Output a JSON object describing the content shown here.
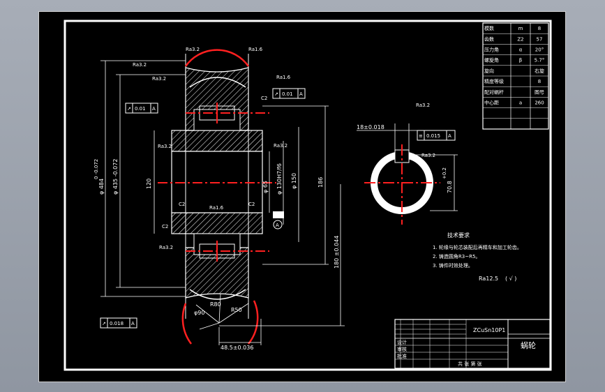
{
  "title_block": {
    "material": "ZCuSn10P1",
    "part_name": "蜗轮",
    "row_texts": [
      "设计",
      "审核",
      "批准",
      "共 张 第 张"
    ]
  },
  "param_table": {
    "rows": [
      [
        "模数",
        "m",
        "8"
      ],
      [
        "齿数",
        "Z2",
        "57"
      ],
      [
        "压力角",
        "α",
        "20°"
      ],
      [
        "螺旋角",
        "β",
        "5.7°"
      ],
      [
        "旋向",
        "",
        "右旋"
      ],
      [
        "精度等级",
        "",
        "8"
      ],
      [
        "配对蜗杆",
        "",
        "图号"
      ],
      [
        "中心距",
        "a",
        "260"
      ],
      [
        "",
        "",
        ""
      ],
      [
        "",
        "",
        ""
      ]
    ]
  },
  "dimensions": {
    "d_outer": "φ 484",
    "d_outer_tol": "0 -0.072",
    "d_bore_range": "φ 435 -0.072",
    "d_mid": "120",
    "d_hub": "φ 65",
    "d_fit": "φ 130H7/f6",
    "d_150": "φ 150",
    "d_186": "186",
    "d_180": "180 ±0.044",
    "r_80": "R80",
    "r_50": "R50",
    "d_90": "φ90",
    "b_48": "48.5±0.036",
    "keyway_w": "18±0.018",
    "keyway_h": "70.8",
    "keyway_h_tol": "+0.2",
    "c2_a": "C2",
    "c2_b": "C2",
    "c2_c": "C2",
    "c2_d": "C2",
    "a3": "A"
  },
  "tolerance_frames": {
    "runout_1": {
      "sym": "↗",
      "val": "0.01",
      "ref": "A"
    },
    "runout_2": {
      "sym": "↗",
      "val": "0.01",
      "ref": "A"
    },
    "runout_3": {
      "sym": "↗",
      "val": "0.018",
      "ref": "A"
    },
    "sym_key": {
      "sym": "≡",
      "val": "0.015",
      "ref": "A"
    }
  },
  "surface_finish": {
    "r1": "Ra3.2",
    "r2": "Ra1.6",
    "r3": "Ra3.2",
    "r4": "Ra3.2",
    "r5": "Ra1.6",
    "r6": "Ra3.2",
    "r7": "Ra1.6",
    "r8": "Ra3.2",
    "r9": "Ra3.2",
    "r10": "Ra12.5",
    "general": "Ra12.5",
    "general_paren": "( √ )"
  },
  "tech_req": {
    "title": "技术要求",
    "items": [
      "1. 轮缘与轮芯装配后再精车和加工轮齿。",
      "2. 铸造圆角R3~R5。",
      "3. 铸件时效处理。"
    ]
  },
  "colors": {
    "sheet": "#000000",
    "line": "#ffffff",
    "center": "#ff2020",
    "frame": "#ffffff"
  }
}
